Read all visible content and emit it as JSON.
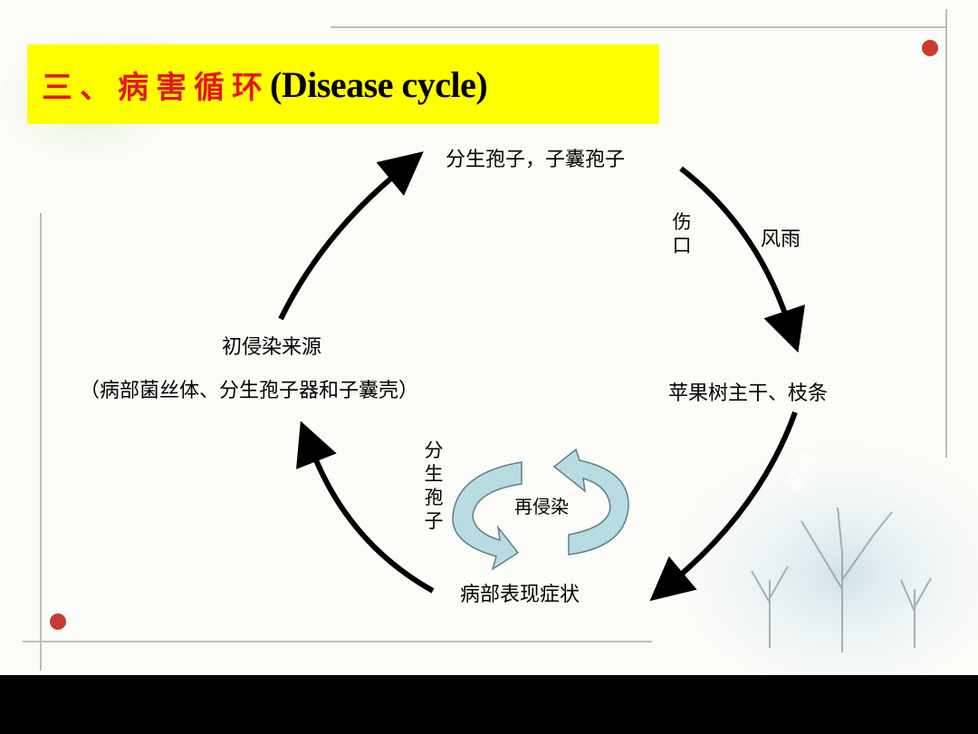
{
  "title": {
    "chinese": "三、病害循环",
    "english": "(Disease cycle)"
  },
  "nodes": {
    "spores": "分生孢子，子囊孢子",
    "host": "苹果树主干、枝条",
    "symptom": "病部表现症状",
    "source": "初侵染来源",
    "source_detail": "（病部菌丝体、分生孢子器和子囊壳）"
  },
  "edge_labels": {
    "wound": "伤口",
    "wind_rain": "风雨",
    "spore_vertical": "分生孢子",
    "reinfection": "再侵染"
  },
  "watermark": "星期",
  "colors": {
    "title_bg": "#ffff00",
    "title_cn": "#e8141b",
    "arrow": "#000000",
    "cycle_fill": "#b9dce2",
    "cycle_stroke": "#5f7f8a",
    "slide_bg": "#fbfbf7"
  }
}
